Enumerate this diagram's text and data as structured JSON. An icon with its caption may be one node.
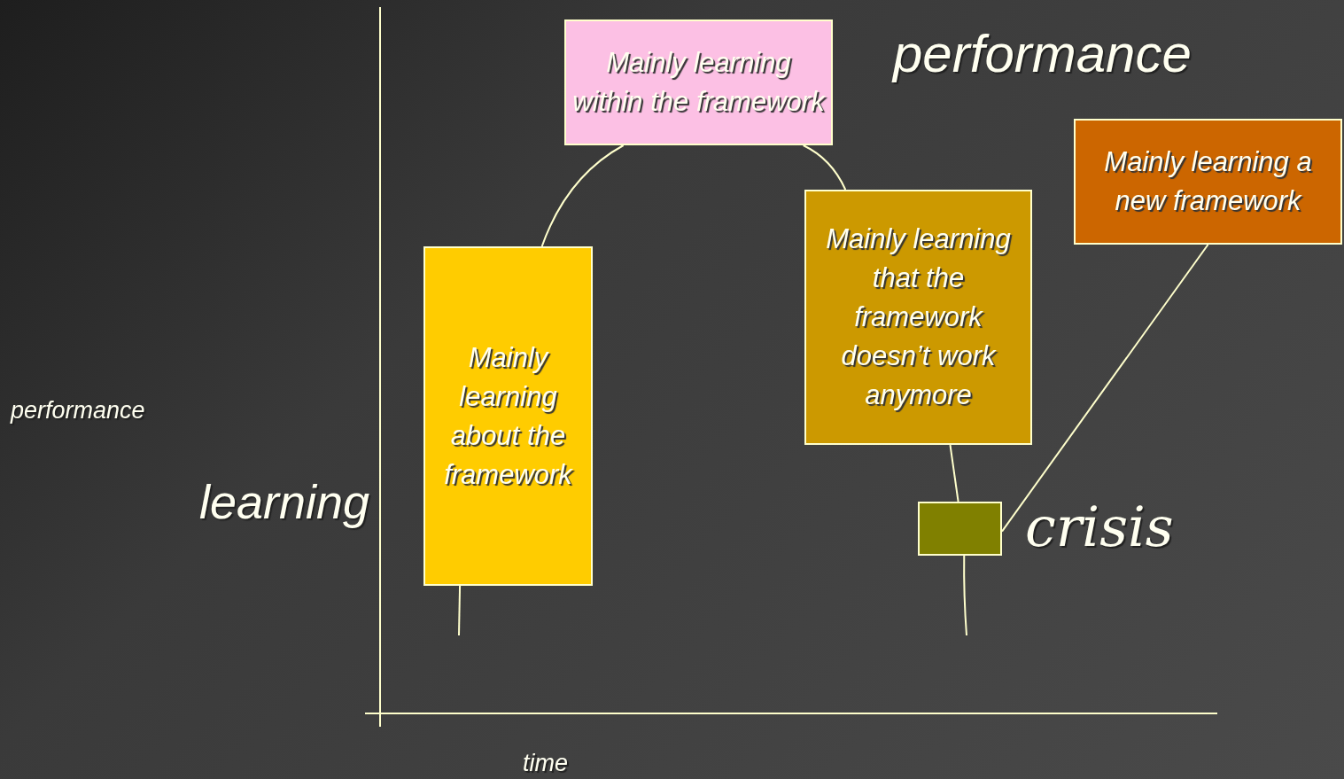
{
  "diagram": {
    "nodes": [
      {
        "text": [
          "Mainly learning within the framework"
        ]
      },
      {
        "text": [
          "Mainly learning about the framework"
        ]
      },
      {
        "text": [
          "Mainly learning that the framework doesn’t work anymore"
        ]
      },
      {
        "text": [
          "Mainly learning a new framework"
        ]
      },
      {
        "text": [],
        "shape": "box",
        "beside": [
          "crisis"
        ]
      }
    ],
    "edges": [
      {
        "from": null,
        "to": 1,
        "arrow": "none"
      },
      {
        "from": 1,
        "to": 0,
        "arrow": "none"
      },
      {
        "from": 0,
        "to": 2,
        "arrow": "none"
      },
      {
        "from": 2,
        "to": 4,
        "arrow": "none"
      },
      {
        "from": 4,
        "to": null,
        "arrow": "none"
      },
      {
        "from": 4,
        "to": 3,
        "arrow": "none"
      }
    ],
    "labels": [
      "performance",
      "performance",
      "learning",
      "time"
    ]
  }
}
